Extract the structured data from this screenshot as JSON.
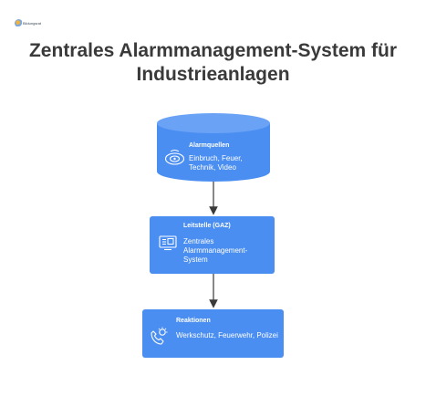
{
  "logo": {
    "text": "Bildungsrat"
  },
  "title": "Zentrales Alarmmanagement-System für Industrieanlagen",
  "nodes": [
    {
      "id": "alarmquellen",
      "heading": "Alarmquellen",
      "description": "Einbruch, Feuer, Technik, Video",
      "icon": "sensor-icon"
    },
    {
      "id": "leitstelle",
      "heading": "Leitstelle (GAZ)",
      "description": "Zentrales Alarmmanagement-System",
      "icon": "monitor-icon"
    },
    {
      "id": "reaktionen",
      "heading": "Reaktionen",
      "description": "Werkschutz, Feuerwehr, Polizei",
      "icon": "emergency-call-icon"
    }
  ],
  "colors": {
    "node_fill": "#4b8ef2",
    "node_top": "#6aa3f5",
    "arrow": "#3a3a3a",
    "title": "#3a3a3a"
  }
}
